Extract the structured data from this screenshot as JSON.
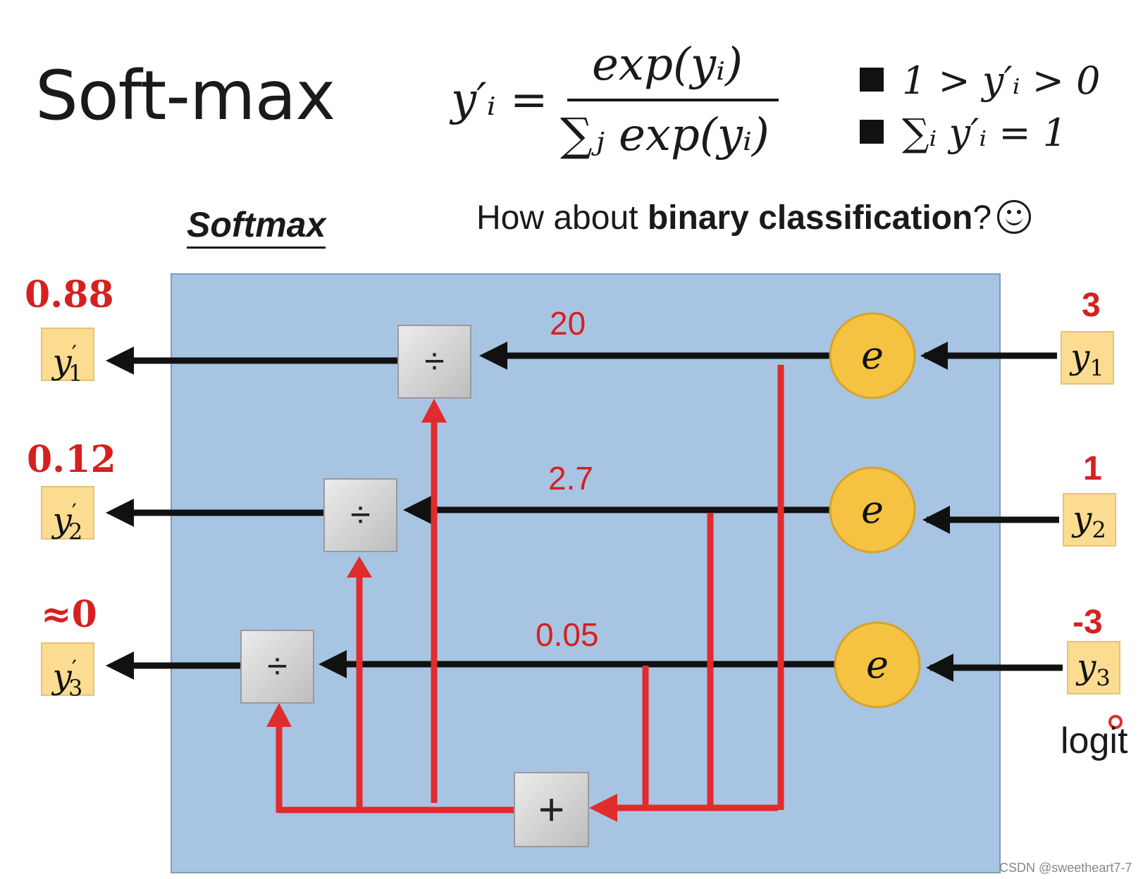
{
  "slide": {
    "title": "Soft-max",
    "formula": {
      "lhs": "y′ᵢ =",
      "numerator": "exp(yᵢ)",
      "denominator": "∑ⱼ exp(yᵢ)"
    },
    "properties": [
      "1 > y′ᵢ > 0",
      "∑ᵢ y′ᵢ  = 1"
    ],
    "question": {
      "prefix": "How about ",
      "bold": "binary classification",
      "suffix": "?"
    },
    "softmax_label": "Softmax",
    "logit_label": "logit",
    "watermark": "CSDN @sweetheart7-7"
  },
  "inputs": [
    {
      "value": "3",
      "var": "y",
      "sub": "1"
    },
    {
      "value": "1",
      "var": "y",
      "sub": "2"
    },
    {
      "value": "-3",
      "var": "y",
      "sub": "3"
    }
  ],
  "exp_nodes": [
    {
      "label": "e",
      "output": "20"
    },
    {
      "label": "e",
      "output": "2.7"
    },
    {
      "label": "e",
      "output": "0.05"
    }
  ],
  "divide_symbol": "÷",
  "plus_symbol": "+",
  "outputs": [
    {
      "value": "0.88",
      "var": "y",
      "sup": "′",
      "sub": "1"
    },
    {
      "value": "0.12",
      "var": "y",
      "sup": "′",
      "sub": "2"
    },
    {
      "value": "≈0",
      "var": "y",
      "sup": "′",
      "sub": "3"
    }
  ],
  "colors": {
    "box": "#a8c4e3",
    "node": "#f5c242",
    "tag": "#fbdc90",
    "red": "#e02c2c",
    "arrow": "#111111"
  }
}
